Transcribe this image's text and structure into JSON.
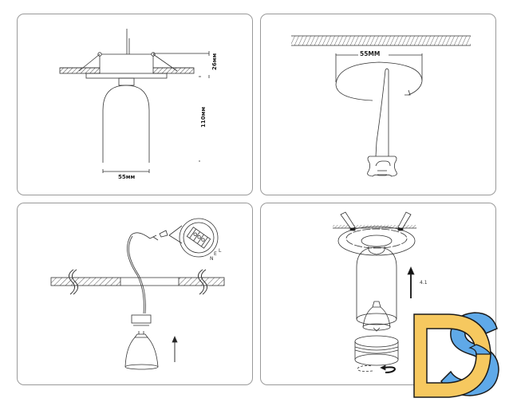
{
  "figure": {
    "type": "installation-instructions",
    "panel_count": 4,
    "colors": {
      "line": "#333333",
      "border": "#9a9a9a",
      "logo_yellow": "#f6c85f",
      "logo_blue": "#5fa9e8",
      "logo_outline": "#1a1a1a"
    }
  },
  "panels": [
    {
      "id": 1,
      "caption": "dimensions",
      "labels": {
        "height_top": "26мм",
        "height_body": "110мм",
        "width": "55мм"
      }
    },
    {
      "id": 2,
      "caption": "cut-out-hole",
      "labels": {
        "hole_diameter": "55MM"
      }
    },
    {
      "id": 3,
      "caption": "wiring",
      "labels": {
        "terminal_n": "N",
        "terminal_e": "E",
        "terminal_l": "L"
      }
    },
    {
      "id": 4,
      "caption": "mounting",
      "labels": {
        "step": "4.1"
      }
    }
  ],
  "watermark": {
    "text": "DS",
    "letters": [
      "D",
      "S"
    ]
  }
}
